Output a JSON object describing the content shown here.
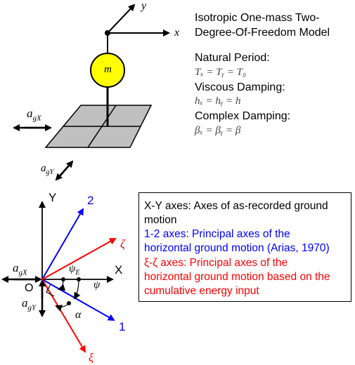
{
  "model": {
    "title_line1": "Isotropic One-mass Two-",
    "title_line2": "Degree-Of-Freedom Model",
    "natural_period_label": "Natural Period:",
    "natural_period_eq": "Tₓ = Tᵧ = T₀",
    "viscous_damping_label": "Viscous Damping:",
    "viscous_damping_eq": "hₓ = hᵧ = h",
    "complex_damping_label": "Complex Damping:",
    "complex_damping_eq": "βₓ = βᵧ = β"
  },
  "top_figure": {
    "mass_label": "m",
    "axis_x": "x",
    "axis_y": "y",
    "agX": "a",
    "agX_sub": "gX",
    "agY": "a",
    "agY_sub": "gY",
    "mass_color": "#ffff00",
    "platform_color": "#c0c0c0"
  },
  "bottom_figure": {
    "axis_X": "X",
    "axis_Y": "Y",
    "origin": "O",
    "axis_1": "1",
    "axis_2": "2",
    "axis_xi": "ξ",
    "axis_zeta": "ζ",
    "angle_psi": "ψ",
    "angle_psiE": "ψ",
    "angle_psiE_sub": "E",
    "angle_alpha": "α",
    "agX": "a",
    "agX_sub": "gX",
    "agY": "a",
    "agY_sub": "gY",
    "blue": "#0000ff",
    "red": "#ff0000"
  },
  "legend": {
    "xy_line1": "X-Y axes: Axes of as-recorded ground",
    "xy_line2": "motion",
    "p12_line1": "1-2 axes: Principal axes of the",
    "p12_line2": "horizontal ground motion (Arias, 1970)",
    "xz_line1": "ξ-ζ axes: Principal axes of the",
    "xz_line2": "horizontal ground motion based on the",
    "xz_line3": "cumulative energy input"
  }
}
